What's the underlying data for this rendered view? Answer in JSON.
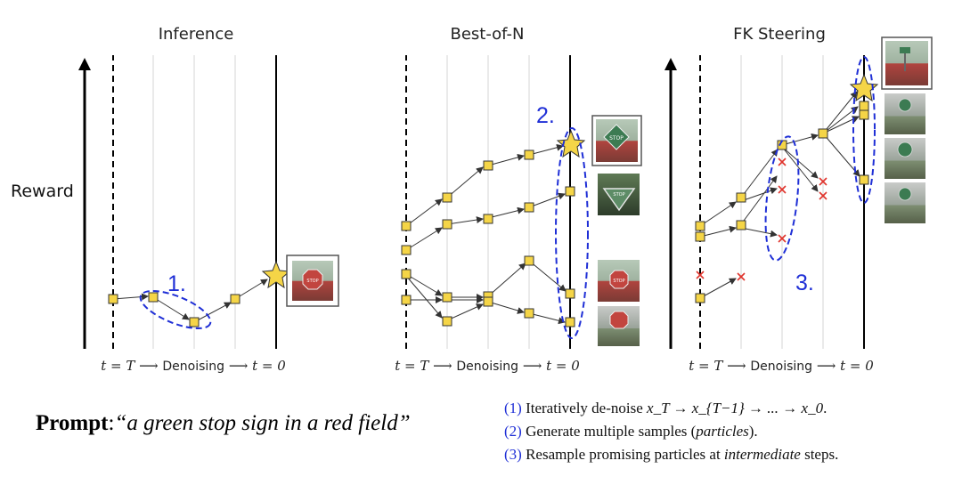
{
  "panels": [
    {
      "title": "Inference",
      "axis": {
        "start": "t = T",
        "mid": "Denoising",
        "end": "t = 0"
      }
    },
    {
      "title": "Best-of-N",
      "axis": {
        "start": "t = T",
        "mid": "Denoising",
        "end": "t = 0"
      }
    },
    {
      "title": "FK Steering",
      "axis": {
        "start": "t = T",
        "mid": "Denoising",
        "end": "t = 0"
      }
    }
  ],
  "y_label": "Reward",
  "step_labels": {
    "one": "1.",
    "two": "2.",
    "three": "3."
  },
  "prompt": {
    "label": "Prompt",
    "sep": ":",
    "text": "“a green stop sign in a red field”"
  },
  "notes": [
    {
      "num": "(1)",
      "pre": "Iteratively de-noise ",
      "math": "x_T → x_{T−1} → ... → x_0",
      "post": "."
    },
    {
      "num": "(2)",
      "pre": "Generate multiple samples (",
      "em": "particles",
      "post": ")."
    },
    {
      "num": "(3)",
      "pre": "Resample promising particles at ",
      "em": "intermediate",
      "post": " steps."
    }
  ],
  "colors": {
    "node": "#f5d547",
    "step": "#1f2fd6",
    "pruned": "#e0342c"
  },
  "image_thumb_text": "STOP"
}
